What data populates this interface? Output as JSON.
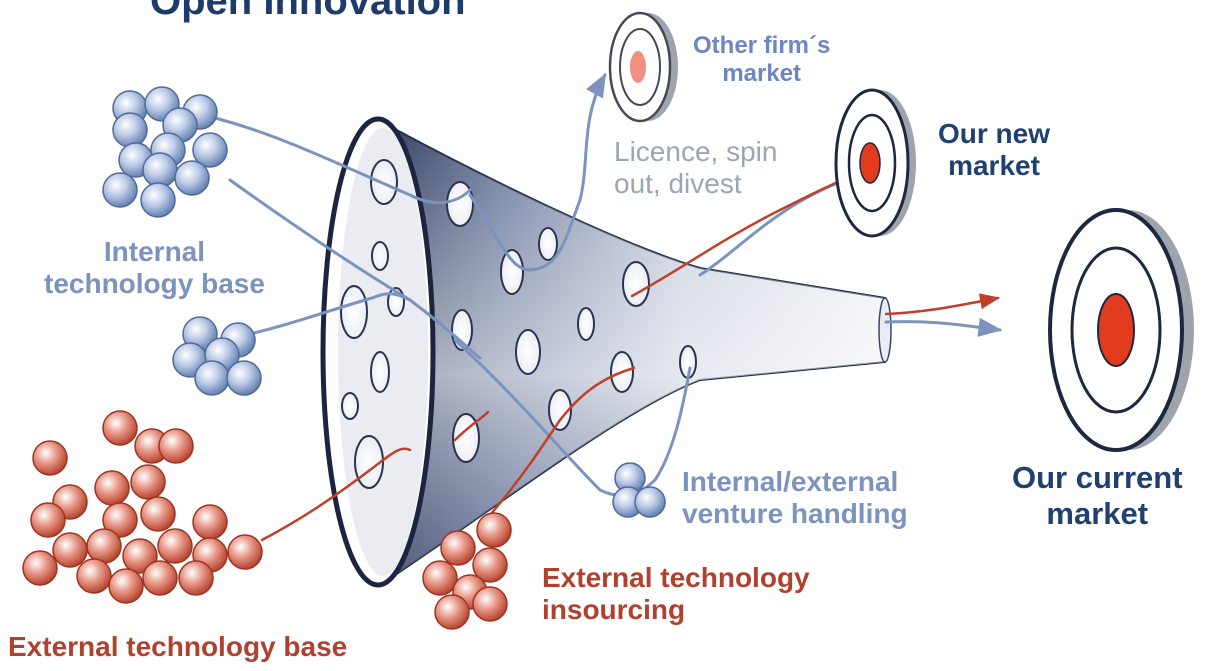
{
  "title": "Open Innovation",
  "labels": {
    "other_market": [
      "Other firm´s",
      "market"
    ],
    "licence": [
      "Licence, spin",
      "out, divest"
    ],
    "new_market": [
      "Our new",
      "market"
    ],
    "internal_base": [
      "Internal",
      "technology base"
    ],
    "current_market": [
      "Our current",
      "market"
    ],
    "venture": [
      "Internal/external",
      "venture handling"
    ],
    "insourcing": [
      "External technology",
      "insourcing"
    ],
    "external_base": "External technology base"
  },
  "colors": {
    "title": "#1c3a6b",
    "internal_blue": "#7b93bd",
    "external_red": "#b0412e",
    "market_navy": "#20406f",
    "target_red": "#e23b1e",
    "funnel_dark": "#2c3a5e"
  }
}
